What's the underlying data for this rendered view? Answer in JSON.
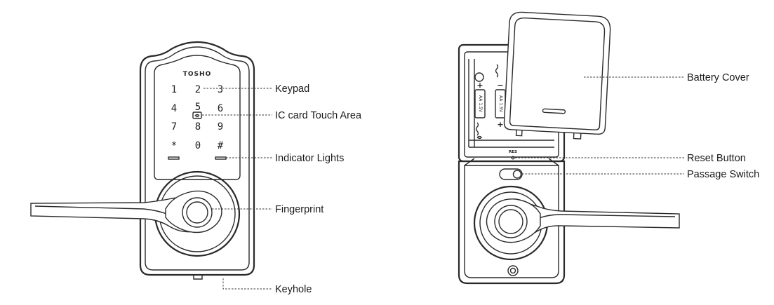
{
  "front": {
    "brand": "TOSHO",
    "keys": [
      "1",
      "2",
      "3",
      "4",
      "5",
      "6",
      "7",
      "8",
      "9",
      "*",
      "0",
      "#"
    ],
    "labels": {
      "keypad": "Keypad",
      "ic_card": "IC card Touch Area",
      "indicator": "Indicator Lights",
      "fingerprint": "Fingerprint",
      "keyhole": "Keyhole"
    }
  },
  "back": {
    "reset_mark": "RES",
    "battery_text": "AA 1.5V",
    "plus": "+",
    "minus": "−",
    "labels": {
      "battery_cover": "Battery Cover",
      "reset": "Reset Button",
      "passage": "Passage Switch"
    }
  }
}
